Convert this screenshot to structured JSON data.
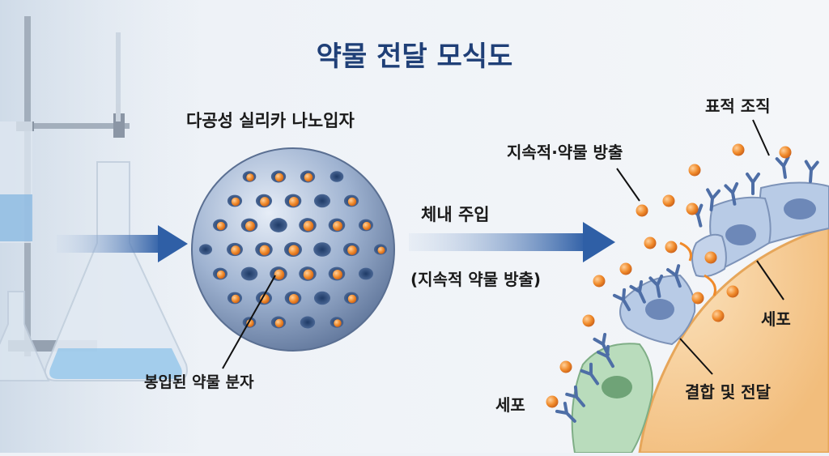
{
  "title": "약물 전달 모식도",
  "labels": {
    "nanoparticle": "다공성 실리카 나노입자",
    "encapsulated_drug": "봉입된 약물 분자",
    "injection": "체내 주입",
    "injection_sub": "(지속적 약물 방출)",
    "sustained_release": "지속적·약물 방출",
    "target_tissue": "표적 조직",
    "cell_right": "세포",
    "cell_bottom": "세포",
    "binding": "결합 및 전달"
  },
  "colors": {
    "title": "#1f3f77",
    "arrow": "#2f5fa6",
    "drug": "#f08a2a",
    "particle": "#8ea6c8",
    "tissue": "#f5c98f",
    "cell_blue": "#b8cbe6",
    "cell_green": "#b9dcbc"
  }
}
